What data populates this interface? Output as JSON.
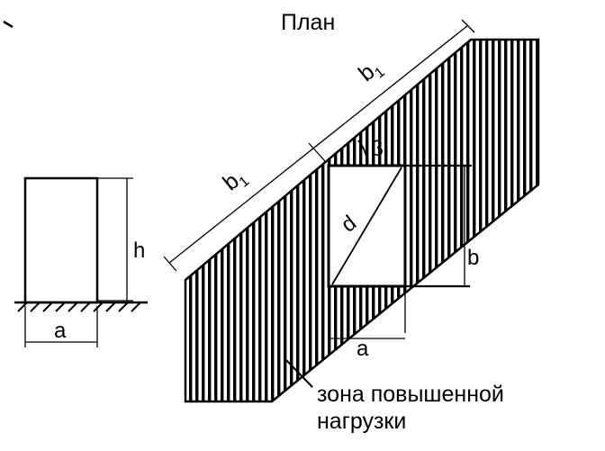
{
  "title": "План",
  "colors": {
    "ink": "#000000",
    "paper": "#ffffff"
  },
  "labels": {
    "height": "h",
    "width_a_elevation": "a",
    "width_a_plan": "a",
    "side_b": "b",
    "diagonal": "d",
    "angle": "β",
    "b1_upper": "b",
    "b1_upper_sub": "1",
    "b1_lower": "b",
    "b1_lower_sub": "1"
  },
  "zone_label": {
    "line1": "зона повышенной",
    "line2": "нагрузки"
  }
}
